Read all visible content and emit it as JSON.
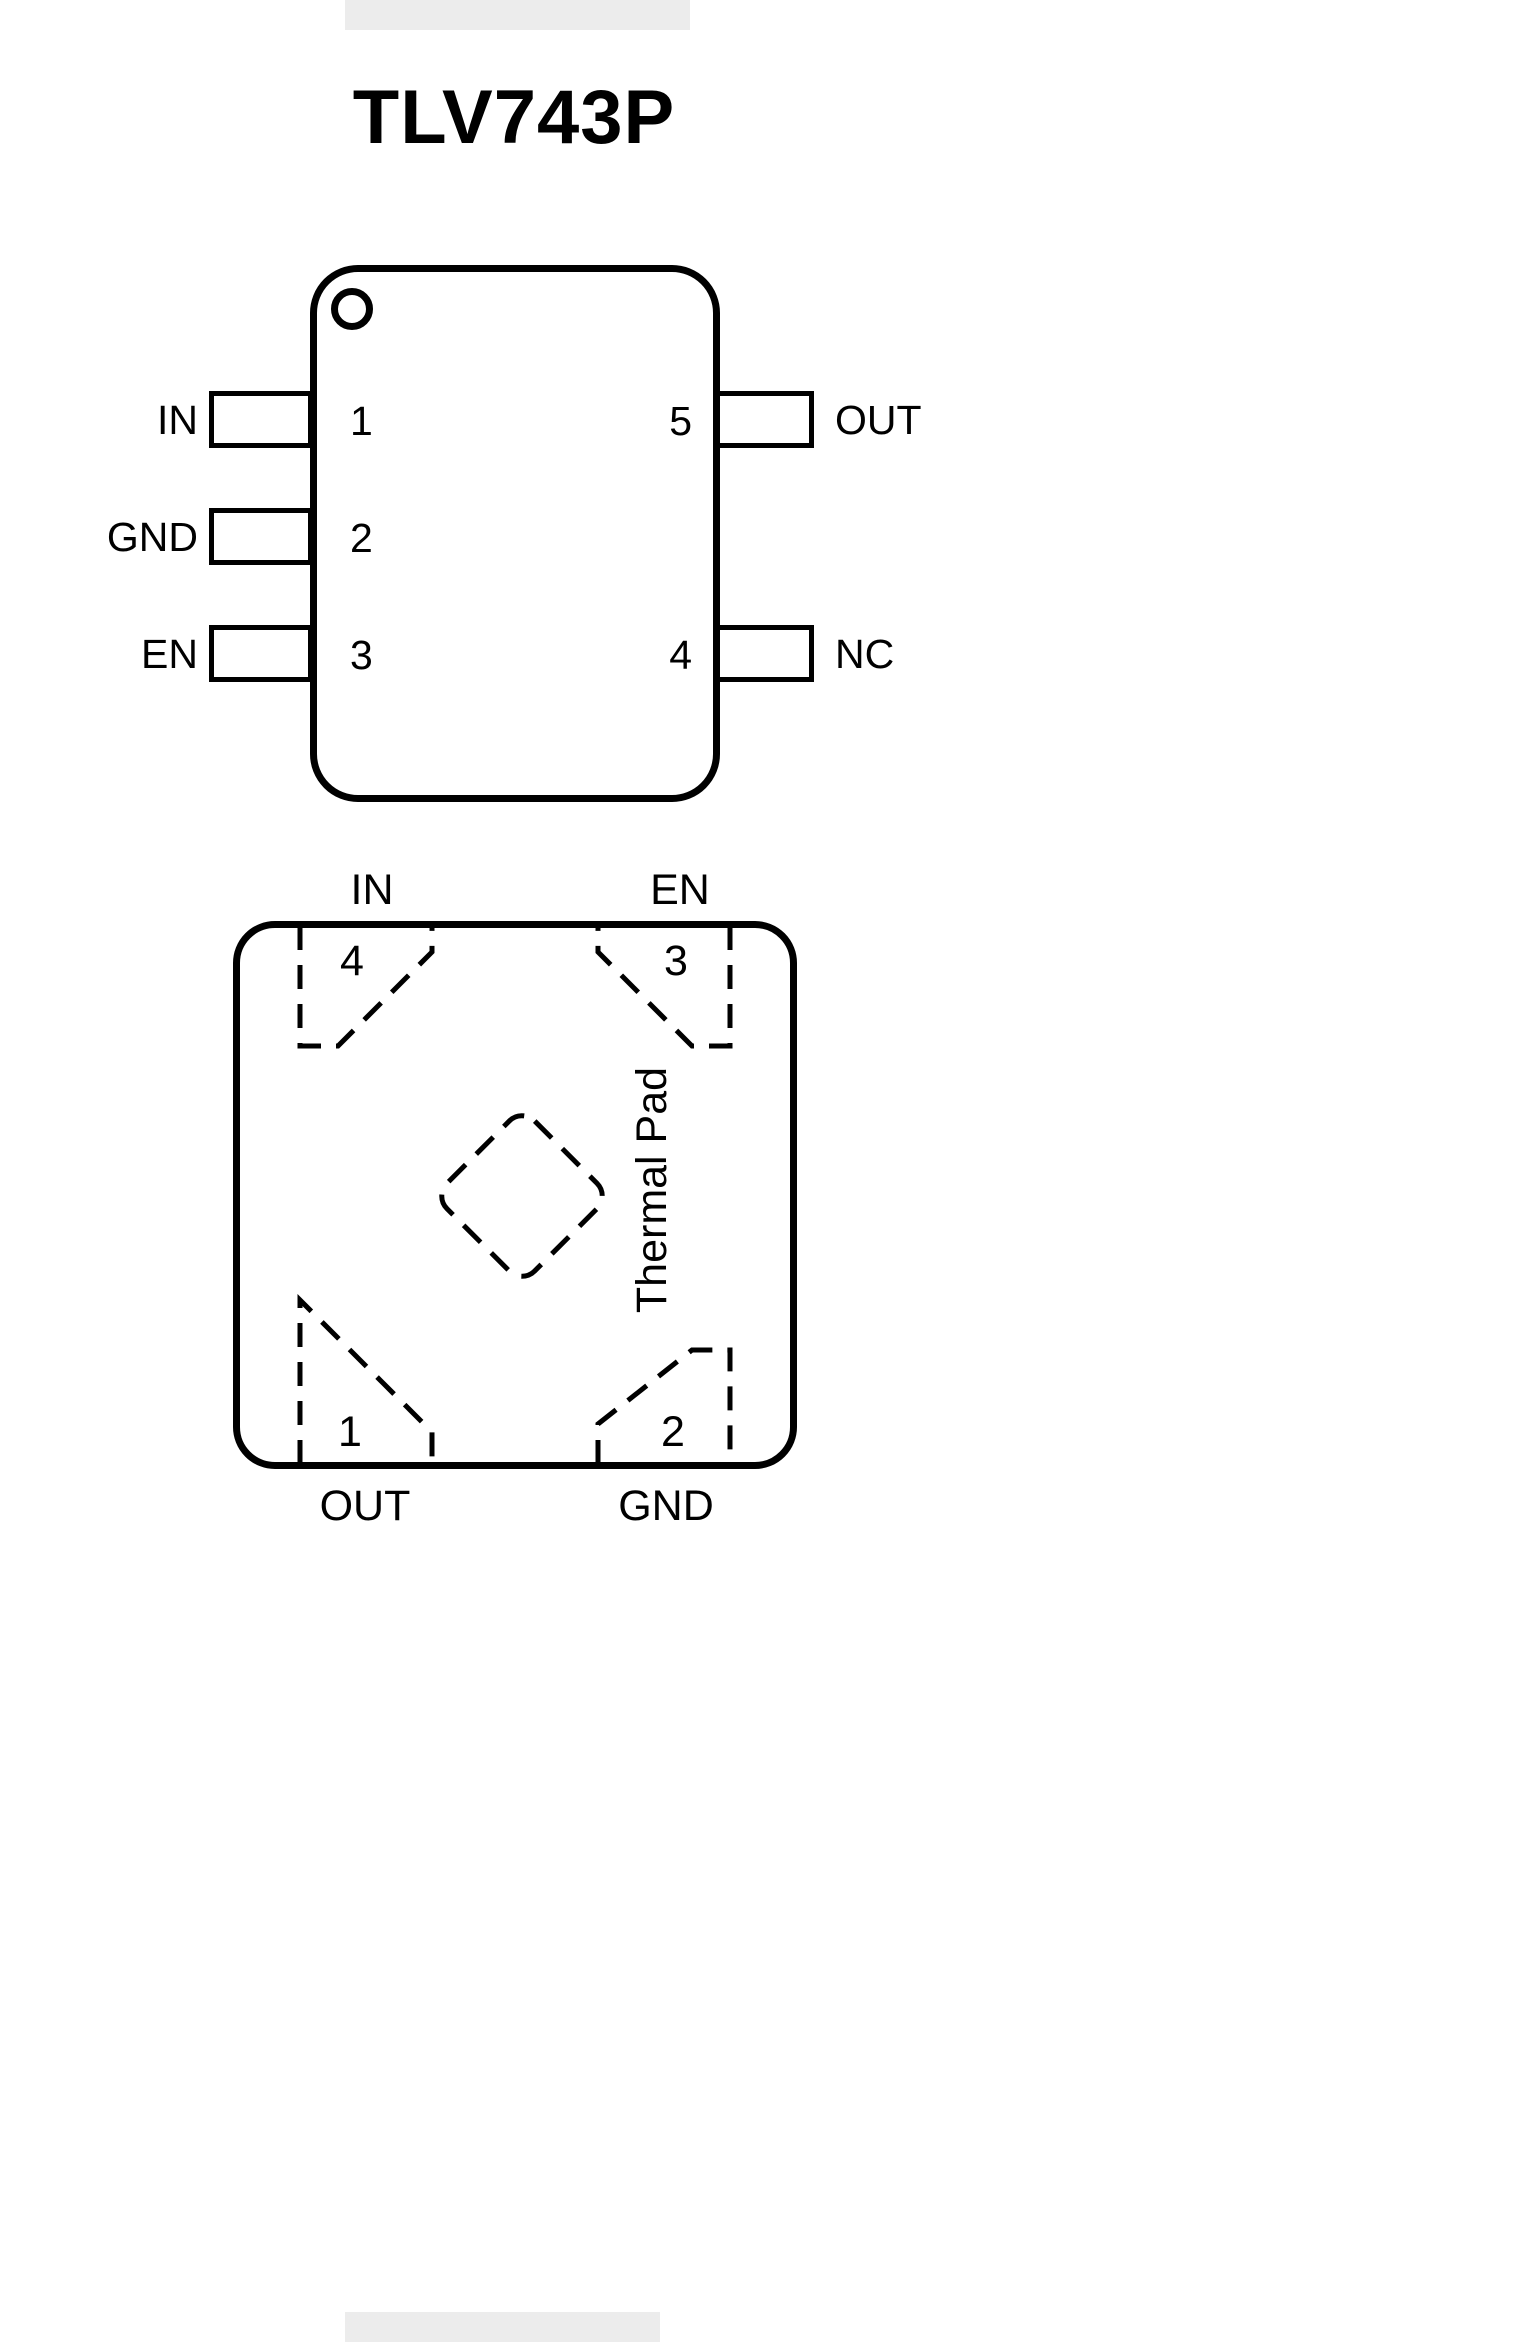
{
  "title": "TLV743P",
  "colors": {
    "line": "#000000",
    "background": "#ffffff",
    "text": "#000000"
  },
  "top_package": {
    "left_pins": [
      {
        "label": "IN",
        "number": "1"
      },
      {
        "label": "GND",
        "number": "2"
      },
      {
        "label": "EN",
        "number": "3"
      }
    ],
    "right_pins": [
      {
        "label": "OUT",
        "number": "5"
      },
      {
        "label": "NC",
        "number": "4"
      }
    ]
  },
  "bottom_package": {
    "top_pins": [
      {
        "label": "IN",
        "number": "4"
      },
      {
        "label": "EN",
        "number": "3"
      }
    ],
    "bottom_pins": [
      {
        "label": "OUT",
        "number": "1"
      },
      {
        "label": "GND",
        "number": "2"
      }
    ],
    "thermal_pad_label": "Thermal Pad"
  }
}
